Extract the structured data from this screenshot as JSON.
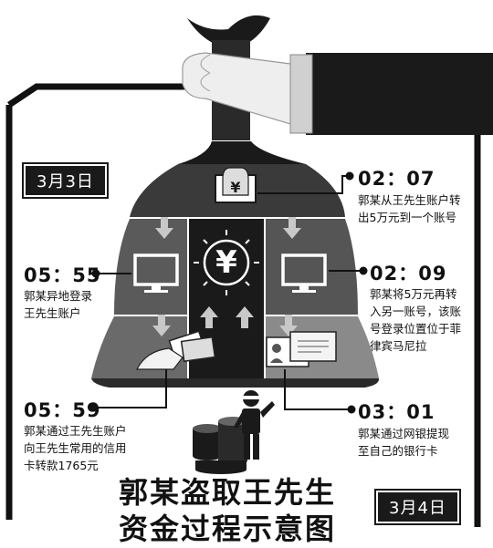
{
  "title_line1": "郭某盗取王先生",
  "title_line2": "资金过程示意图",
  "dates": {
    "start": "3月3日",
    "end": "3月4日"
  },
  "events": [
    {
      "time": "02：07",
      "desc": "郭某从王先生账户转\n出5万元到一个账号"
    },
    {
      "time": "05：55",
      "desc": "郭某异地登录\n王先生账户"
    },
    {
      "time": "02：09",
      "desc": "郭某将5万元再转\n入另一账号，该账\n号登录位置位于菲\n律宾马尼拉"
    },
    {
      "time": "05：59",
      "desc": "郭某通过王先生账户\n向王先生常用的信用\n卡转款1765元"
    },
    {
      "time": "03：01",
      "desc": "郭某通过网银提现\n至自己的银行卡"
    }
  ],
  "icons": [
    "money-bag-icon",
    "hand-icon",
    "monitor-icon",
    "yen-icon",
    "credit-card-icon",
    "bank-card-icon",
    "coin-stack-icon",
    "thief-icon"
  ],
  "symbols": {
    "yen": "¥"
  },
  "colors": {
    "ink": "#1a1a1a",
    "mid_gray": "#4a4a4a",
    "light_gray": "#9a9a9a",
    "bg": "#ffffff"
  }
}
